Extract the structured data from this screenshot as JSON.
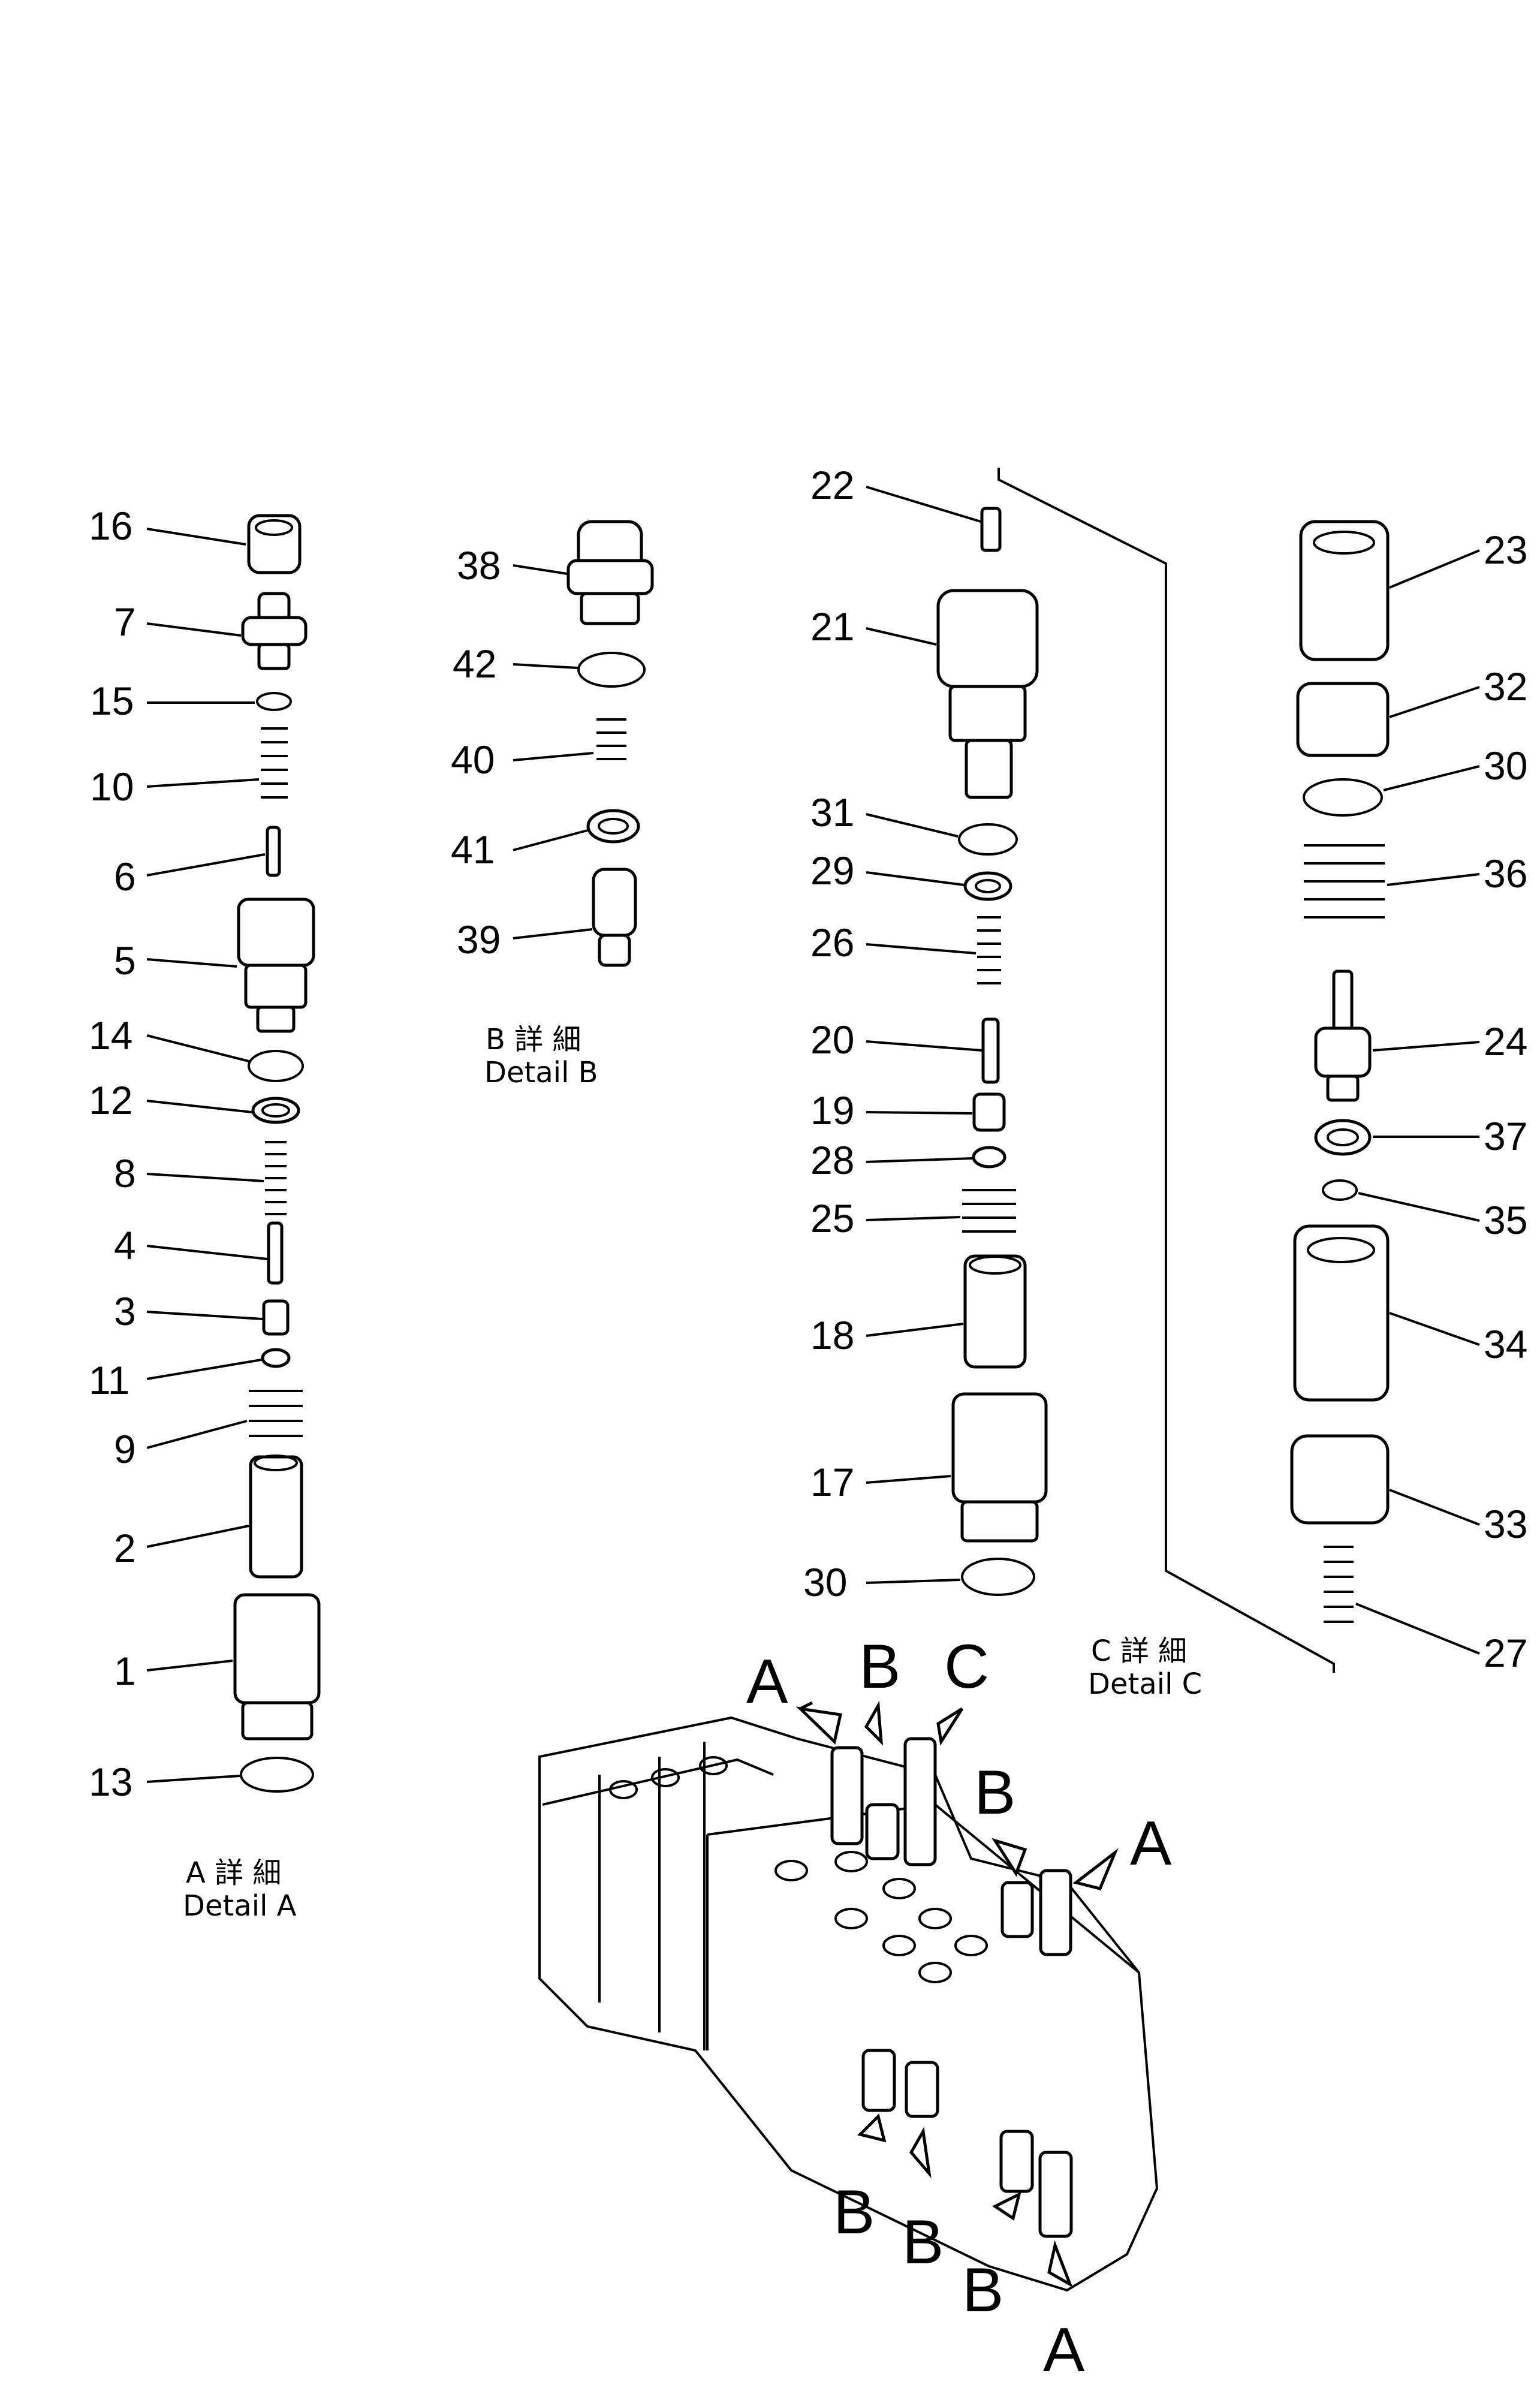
{
  "detail_a": {
    "caption_jp": "A 詳 細",
    "caption_en": "Detail A",
    "callouts": [
      "16",
      "7",
      "15",
      "10",
      "6",
      "5",
      "14",
      "12",
      "8",
      "4",
      "3",
      "11",
      "9",
      "2",
      "1",
      "13"
    ]
  },
  "detail_b": {
    "caption_jp": "B 詳 細",
    "caption_en": "Detail B",
    "callouts": [
      "38",
      "42",
      "40",
      "41",
      "39"
    ]
  },
  "detail_c": {
    "caption_jp": "C 詳 細",
    "caption_en": "Detail C",
    "callouts_left": [
      "22",
      "21",
      "31",
      "29",
      "26",
      "20",
      "19",
      "28",
      "25",
      "18",
      "17",
      "30"
    ],
    "callouts_right": [
      "23",
      "32",
      "30",
      "36",
      "24",
      "37",
      "35",
      "34",
      "33",
      "27"
    ]
  },
  "assembly": {
    "markers": [
      "A",
      "B",
      "C",
      "B",
      "A",
      "B",
      "B",
      "B",
      "A"
    ]
  }
}
